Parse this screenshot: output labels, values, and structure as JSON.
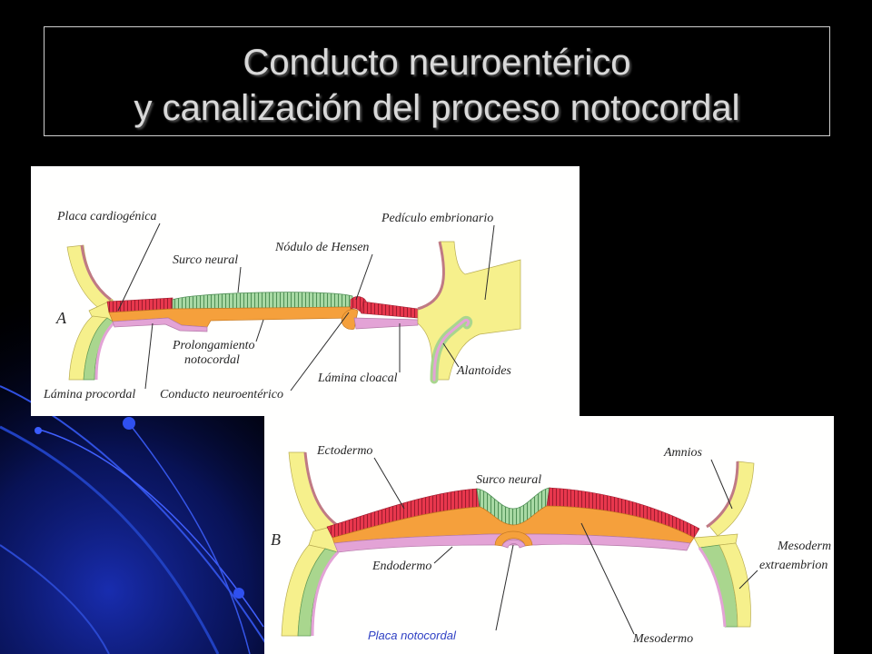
{
  "title": {
    "line1": "Conducto neuroentérico",
    "line2": "y canalización del proceso notocordal"
  },
  "diagram_a": {
    "letter": "A",
    "labels": {
      "placa_cardiogenica": "Placa cardiogénica",
      "surco_neural": "Surco neural",
      "nodulo_hensen": "Nódulo de Hensen",
      "pediculo_embrionario": "Pedículo embrionario",
      "prolongamiento_line1": "Prolongamiento",
      "prolongamiento_line2": "notocordal",
      "alantoides": "Alantoides",
      "lamina_procordal": "Lámina procordal",
      "conducto_neuroenterico": "Conducto neuroentérico",
      "lamina_cloacal": "Lámina cloacal"
    }
  },
  "diagram_b": {
    "letter": "B",
    "labels": {
      "ectodermo": "Ectodermo",
      "surco_neural": "Surco neural",
      "amnios": "Amnios",
      "mesoderm_extra_line1": "Mesoderm",
      "mesoderm_extra_line2": "extraembrion",
      "endodermo": "Endodermo",
      "placa_notocordal": "Placa notocordal",
      "mesodermo": "Mesodermo"
    }
  },
  "colors": {
    "background": "#000000",
    "title_text": "#d9d9d9",
    "ectoderm": "#e8374d",
    "neural_plate": "#a8d9a4",
    "mesoderm": "#f5a03c",
    "endoderm": "#e3a3d6",
    "yolk_amnion": "#f6f08c",
    "extraembryonic_mesoderm": "#a9d68e",
    "amnion_line": "#c07a84",
    "annotation_blue": "#2f40c4"
  }
}
